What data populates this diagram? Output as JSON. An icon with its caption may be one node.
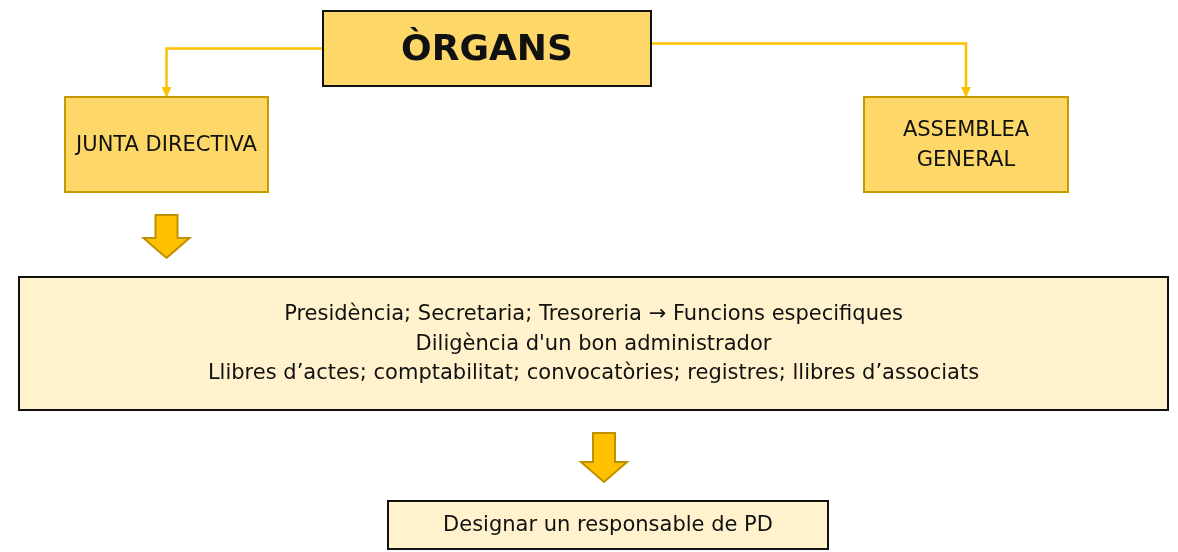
{
  "diagram": {
    "nodes": [
      {
        "text": [
          "ÒRGANS"
        ]
      },
      {
        "text": [
          "JUNTA DIRECTIVA"
        ]
      },
      {
        "text": [
          "ASSEMBLEA GENERAL"
        ]
      },
      {
        "text": [
          "Presidència; Secretaria; Tresoreria → Funcions especifiques",
          "Diligència d'un bon administrador",
          "Llibres d’actes; comptabilitat; convocatòries; registres; llibres d’associats"
        ]
      },
      {
        "text": [
          "Designar un responsable de PD"
        ]
      }
    ],
    "edges": [
      {
        "from": 0,
        "to": 1,
        "arrow": "to"
      },
      {
        "from": 0,
        "to": 2,
        "arrow": "to"
      },
      {
        "from": 1,
        "to": 3,
        "arrow": "to",
        "style": "thick"
      },
      {
        "from": 3,
        "to": 4,
        "arrow": "to",
        "style": "thick"
      }
    ]
  }
}
